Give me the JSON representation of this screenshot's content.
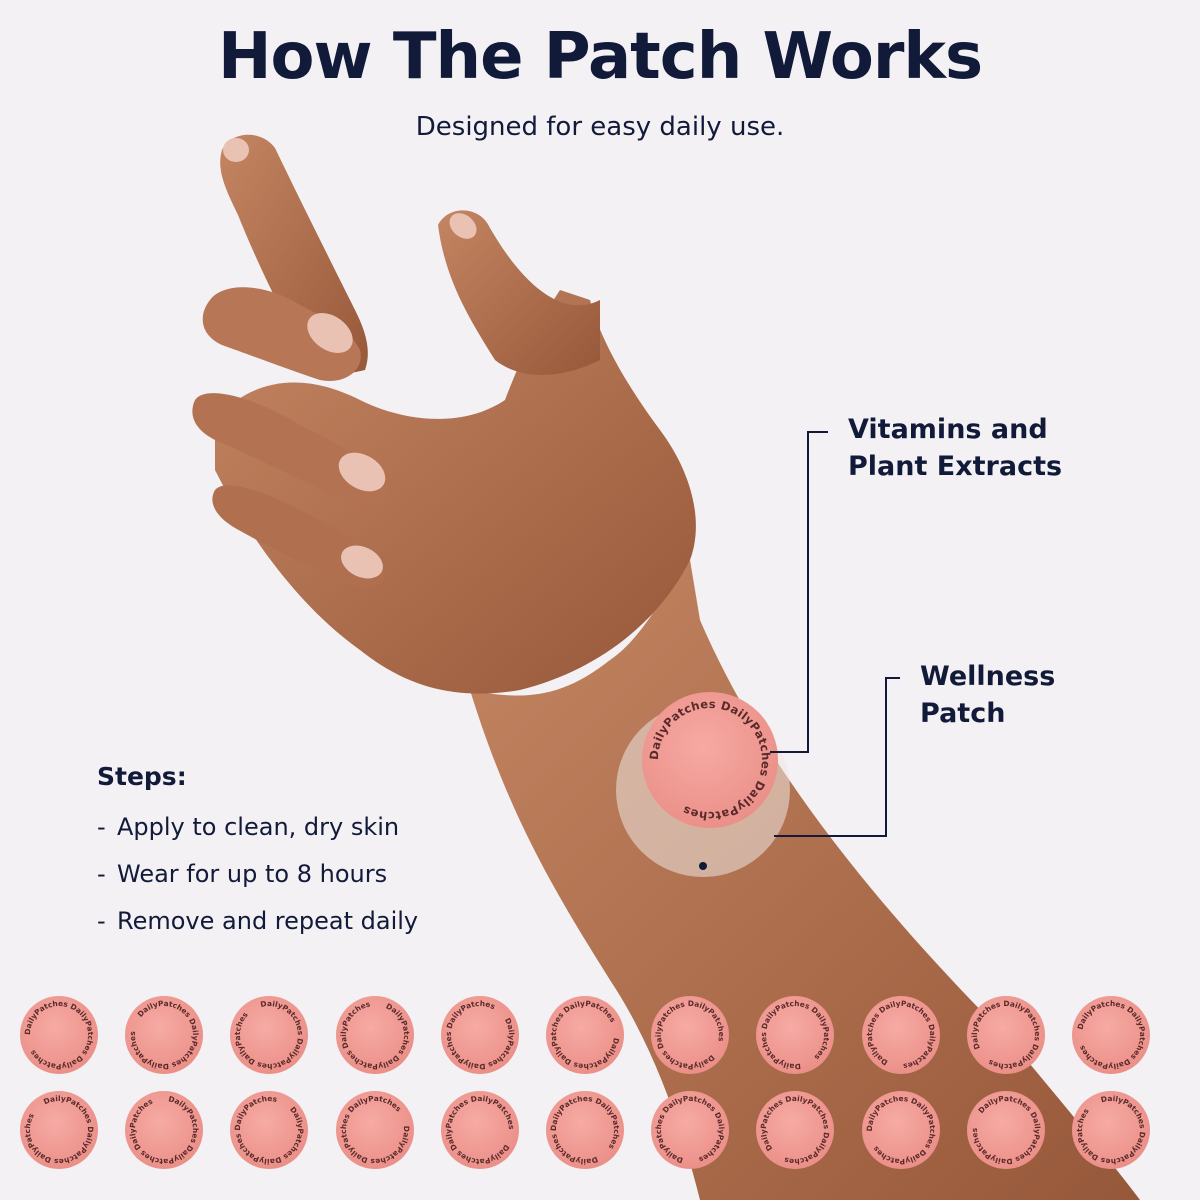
{
  "header": {
    "title": "How The Patch Works",
    "subtitle": "Designed for easy daily use."
  },
  "callouts": {
    "vitamins": {
      "line1": "Vitamins and",
      "line2": "Plant Extracts"
    },
    "wellness": {
      "line1": "Wellness",
      "line2": "Patch"
    }
  },
  "steps": {
    "heading": "Steps:",
    "items": [
      "Apply to clean, dry skin",
      "Wear for up to 8 hours",
      "Remove and repeat daily"
    ]
  },
  "patch": {
    "brand_text": "DailyPatches",
    "count_per_row": 11,
    "rows": 2
  },
  "colors": {
    "background": "#f3f1f3",
    "text": "#121a3a",
    "patch_pink": "#ef9a93",
    "skin": "#b07452"
  }
}
